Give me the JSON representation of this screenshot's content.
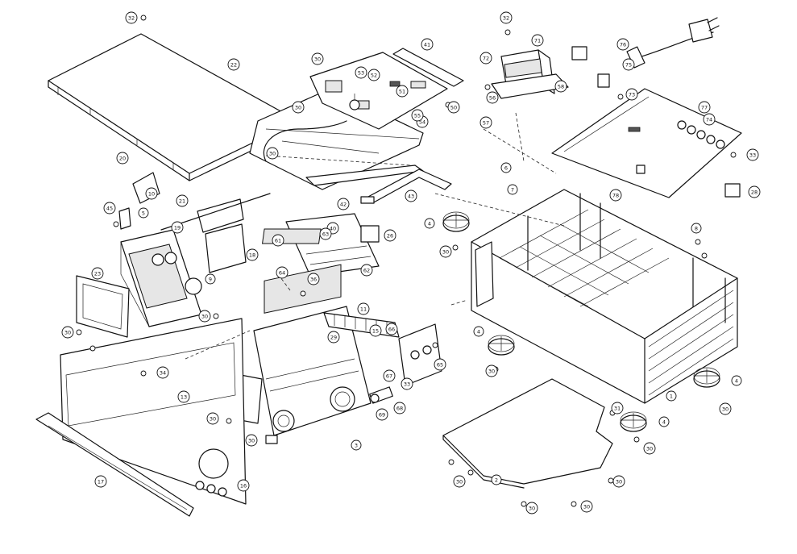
{
  "callouts": [
    {
      "id": "c-32a",
      "label": "32"
    },
    {
      "id": "c-22",
      "label": "22"
    },
    {
      "id": "c-20",
      "label": "20"
    },
    {
      "id": "c-30a",
      "label": "30"
    },
    {
      "id": "c-30b",
      "label": "30"
    },
    {
      "id": "c-30c",
      "label": "30"
    },
    {
      "id": "c-10",
      "label": "10"
    },
    {
      "id": "c-5",
      "label": "5"
    },
    {
      "id": "c-45",
      "label": "45"
    },
    {
      "id": "c-21",
      "label": "21"
    },
    {
      "id": "c-19",
      "label": "19"
    },
    {
      "id": "c-18",
      "label": "18"
    },
    {
      "id": "c-9",
      "label": "9"
    },
    {
      "id": "c-23",
      "label": "23"
    },
    {
      "id": "c-30d",
      "label": "30"
    },
    {
      "id": "c-30e",
      "label": "30"
    },
    {
      "id": "c-13",
      "label": "13"
    },
    {
      "id": "c-17",
      "label": "17"
    },
    {
      "id": "c-16",
      "label": "16"
    },
    {
      "id": "c-34",
      "label": "34"
    },
    {
      "id": "c-30f",
      "label": "30"
    },
    {
      "id": "c-30g",
      "label": "30"
    },
    {
      "id": "c-41",
      "label": "41"
    },
    {
      "id": "c-42",
      "label": "42"
    },
    {
      "id": "c-40",
      "label": "40"
    },
    {
      "id": "c-43",
      "label": "43"
    },
    {
      "id": "c-61",
      "label": "61"
    },
    {
      "id": "c-62",
      "label": "62"
    },
    {
      "id": "c-63",
      "label": "63"
    },
    {
      "id": "c-64",
      "label": "64"
    },
    {
      "id": "c-26",
      "label": "26"
    },
    {
      "id": "c-36",
      "label": "36"
    },
    {
      "id": "c-11",
      "label": "11"
    },
    {
      "id": "c-15",
      "label": "15"
    },
    {
      "id": "c-3",
      "label": "3"
    },
    {
      "id": "c-29",
      "label": "29"
    },
    {
      "id": "c-65",
      "label": "65"
    },
    {
      "id": "c-66",
      "label": "66"
    },
    {
      "id": "c-67",
      "label": "67"
    },
    {
      "id": "c-68",
      "label": "68"
    },
    {
      "id": "c-69",
      "label": "69"
    },
    {
      "id": "c-33a",
      "label": "33"
    },
    {
      "id": "c-4a",
      "label": "4"
    },
    {
      "id": "c-30h",
      "label": "30"
    },
    {
      "id": "c-4b",
      "label": "4"
    },
    {
      "id": "c-30i",
      "label": "30"
    },
    {
      "id": "c-71",
      "label": "71"
    },
    {
      "id": "c-72",
      "label": "72"
    },
    {
      "id": "c-73",
      "label": "73"
    },
    {
      "id": "c-74",
      "label": "74"
    },
    {
      "id": "c-75",
      "label": "75"
    },
    {
      "id": "c-76",
      "label": "76"
    },
    {
      "id": "c-77",
      "label": "77"
    },
    {
      "id": "c-78",
      "label": "78"
    },
    {
      "id": "c-32b",
      "label": "32"
    },
    {
      "id": "c-33b",
      "label": "33"
    },
    {
      "id": "c-28",
      "label": "28"
    },
    {
      "id": "c-8",
      "label": "8"
    },
    {
      "id": "c-6",
      "label": "6"
    },
    {
      "id": "c-7",
      "label": "7"
    },
    {
      "id": "c-1",
      "label": "1"
    },
    {
      "id": "c-4c",
      "label": "4"
    },
    {
      "id": "c-30j",
      "label": "30"
    },
    {
      "id": "c-4d",
      "label": "4"
    },
    {
      "id": "c-30k",
      "label": "30"
    },
    {
      "id": "c-2",
      "label": "2"
    },
    {
      "id": "c-30l",
      "label": "30"
    },
    {
      "id": "c-30m",
      "label": "30"
    },
    {
      "id": "c-30n",
      "label": "30"
    },
    {
      "id": "c-31",
      "label": "31"
    },
    {
      "id": "c-30o",
      "label": "30"
    },
    {
      "id": "c-50",
      "label": "50"
    },
    {
      "id": "c-51",
      "label": "51"
    },
    {
      "id": "c-52",
      "label": "52"
    },
    {
      "id": "c-53",
      "label": "53"
    },
    {
      "id": "c-54",
      "label": "54"
    },
    {
      "id": "c-55",
      "label": "55"
    },
    {
      "id": "c-56",
      "label": "56"
    },
    {
      "id": "c-57",
      "label": "57"
    },
    {
      "id": "c-58",
      "label": "58"
    }
  ]
}
